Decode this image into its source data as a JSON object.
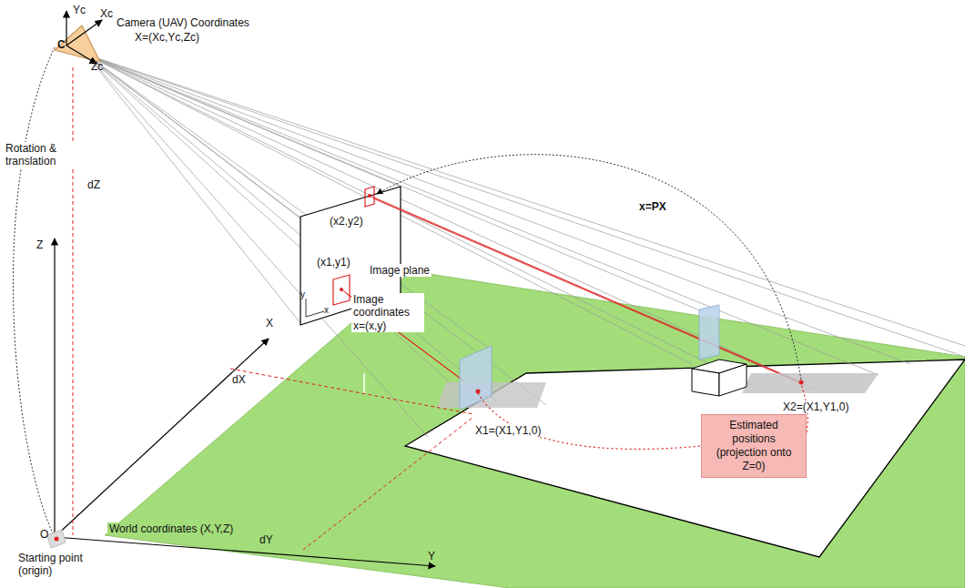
{
  "diagram": {
    "nodes": [
      {
        "text": [
          "Estimated positions (projection onto Z=0)"
        ]
      }
    ],
    "labels": [
      "Yc",
      "Xc",
      "C",
      "Zc",
      "Camera (UAV) Coordinates",
      "X=(Xc,Yc,Zc)",
      "Rotation & translation",
      "dZ",
      "Z",
      "(x2,y2)",
      "(x1,y1)",
      "Image plane",
      "y",
      "x",
      "Image coordinates x=(x,y)",
      "x=PX",
      "X",
      "dX",
      "O",
      "World coordinates (X,Y,Z)",
      "Starting point (origin)",
      "dY",
      "Y",
      "X1=(X1,Y1,0)",
      "X2=(X1,Y1,0)"
    ]
  }
}
